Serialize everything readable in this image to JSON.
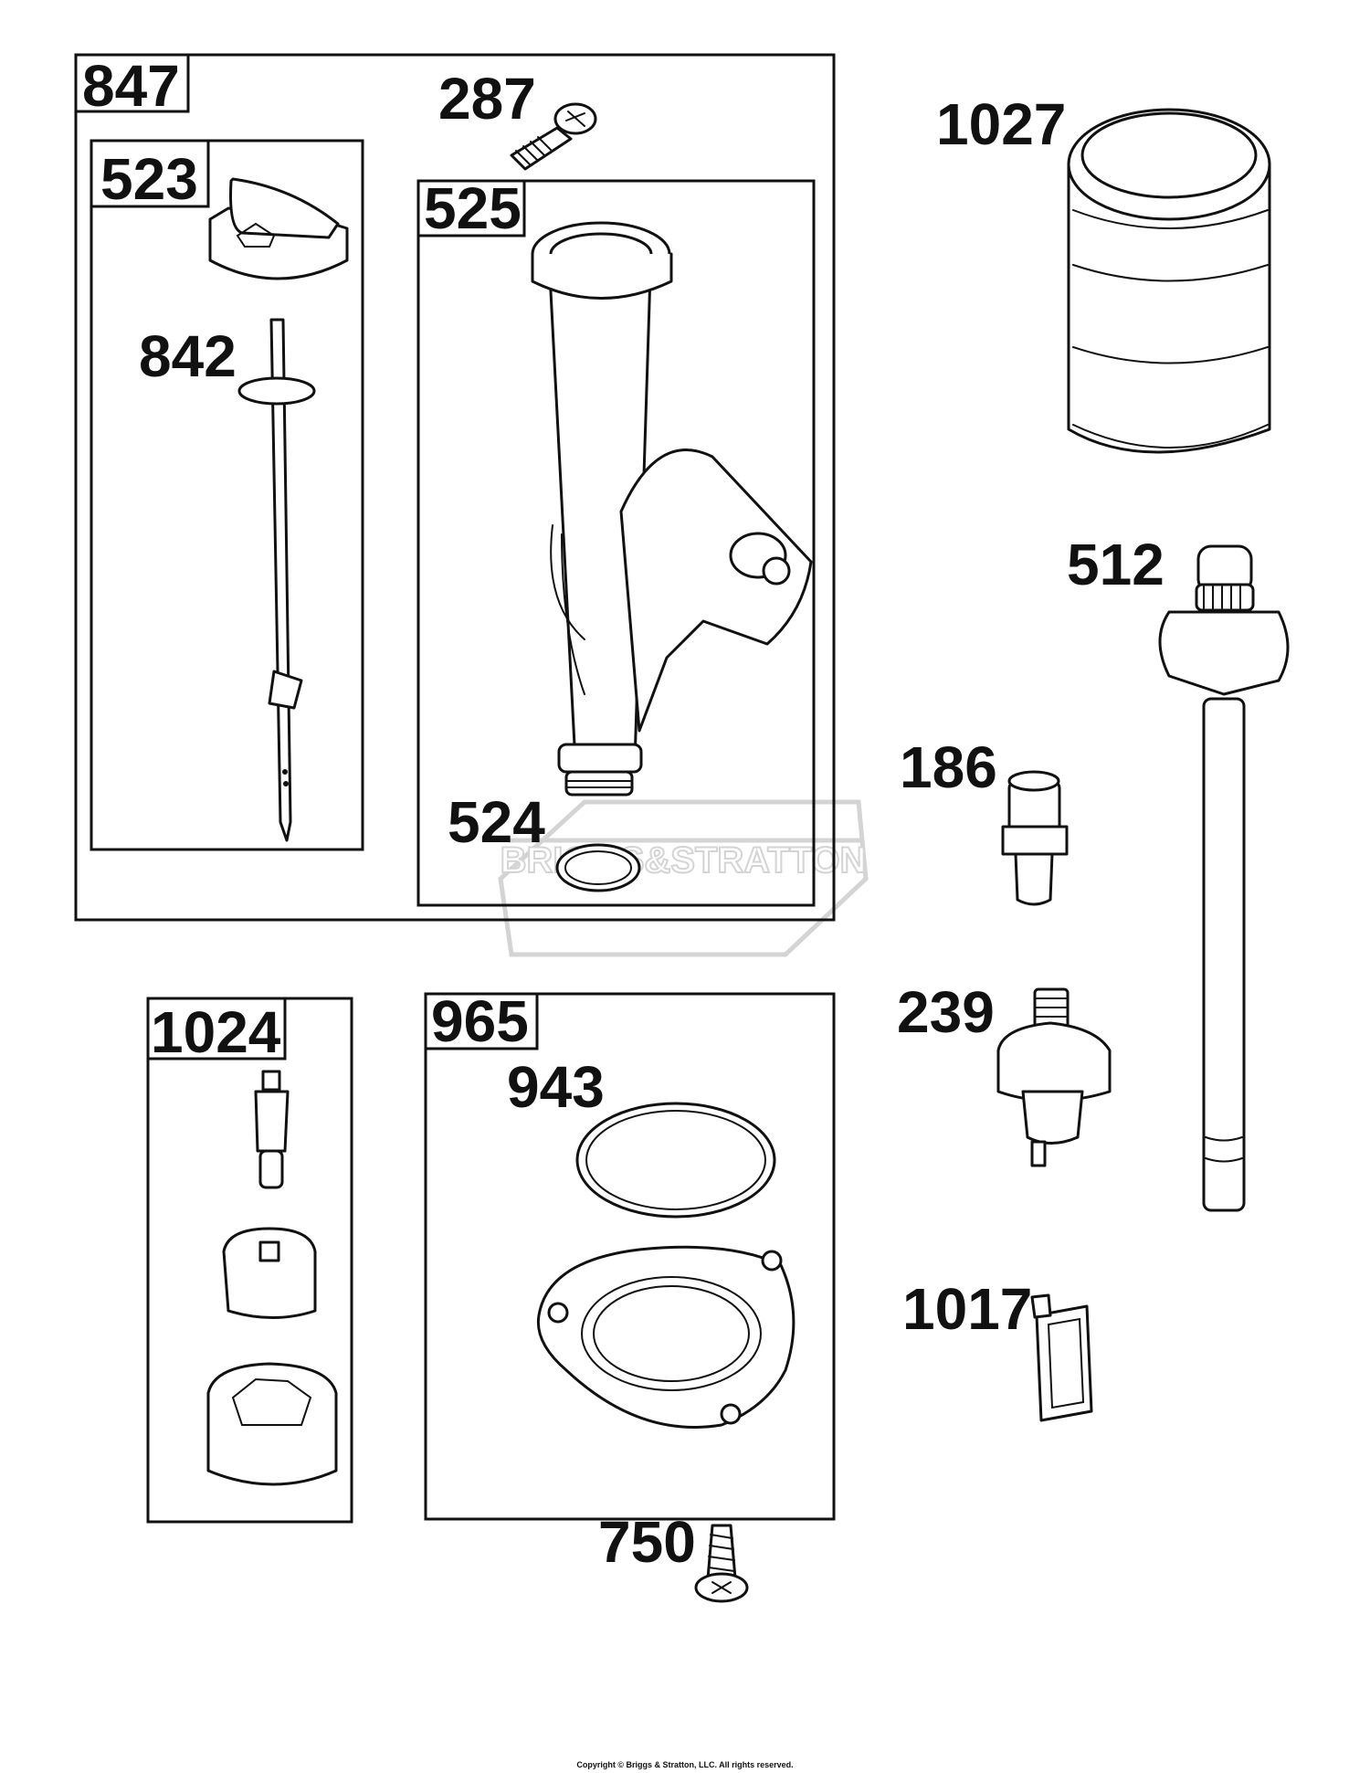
{
  "diagram": {
    "watermark_text": "BRIGGS&STRATTON",
    "copyright": "Copyright © Briggs & Stratton, LLC. All rights reserved.",
    "labels": {
      "847": "847",
      "287": "287",
      "1027": "1027",
      "523": "523",
      "525": "525",
      "842": "842",
      "512": "512",
      "186": "186",
      "524": "524",
      "239": "239",
      "1024": "1024",
      "965": "965",
      "943": "943",
      "1017": "1017",
      "750": "750"
    }
  }
}
